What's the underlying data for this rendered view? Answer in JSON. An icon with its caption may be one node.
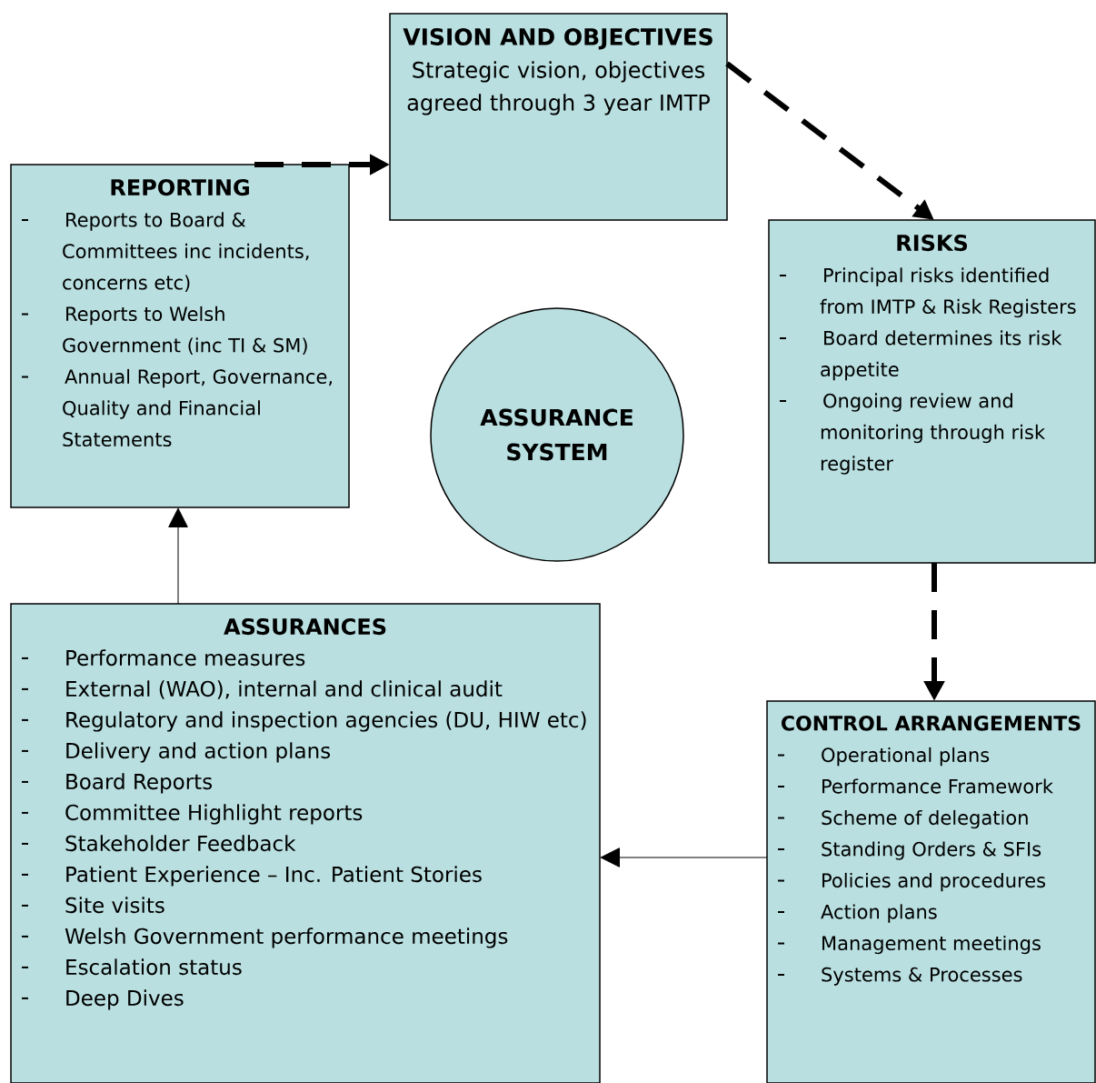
{
  "diagram": {
    "nodes": [
      {
        "text": [
          "VISION  AND OBJECTIVES",
          "Strategic vision, objectives agreed through 3 year IMTP"
        ]
      },
      {
        "text": [
          "REPORTING",
          "Reports to Board & Committees inc incidents, concerns etc)",
          "Reports to Welsh Government (inc TI & SM)",
          "Annual Report, Governance, Quality and Financial Statements"
        ]
      },
      {
        "text": [
          "RISKS",
          "Principal risks identified from IMTP & Risk Registers",
          "Board determines its risk appetite",
          "Ongoing review and monitoring through risk register"
        ]
      },
      {
        "text": [
          "ASSURANCE SYSTEM"
        ]
      },
      {
        "text": [
          "ASSURANCES",
          "Performance measures",
          "External (WAO), internal and clinical audit",
          "Regulatory and inspection agencies (DU, HIW etc)",
          "Delivery and action plans",
          "Board Reports",
          "Committee Highlight reports",
          "Stakeholder Feedback",
          "Patient Experience – Inc. Patient Stories",
          "Site visits",
          "Welsh Government performance meetings",
          "Escalation status",
          "Deep Dives"
        ]
      },
      {
        "text": [
          "CONTROL ARRANGEMENTS",
          "Operational plans",
          "Performance Framework",
          "Scheme of delegation",
          "Standing Orders & SFIs",
          "Policies and procedures",
          "Action plans",
          "Management meetings",
          "Systems & Processes"
        ]
      }
    ],
    "edges": [
      {
        "from": 0,
        "to": 2,
        "arrow": "to",
        "style": "dashed"
      },
      {
        "from": 2,
        "to": 5,
        "arrow": "to",
        "style": "dashed"
      },
      {
        "from": 5,
        "to": 4,
        "arrow": "to"
      },
      {
        "from": 4,
        "to": 1,
        "arrow": "to"
      },
      {
        "from": 1,
        "to": 0,
        "arrow": "to",
        "style": "dashed"
      }
    ]
  }
}
